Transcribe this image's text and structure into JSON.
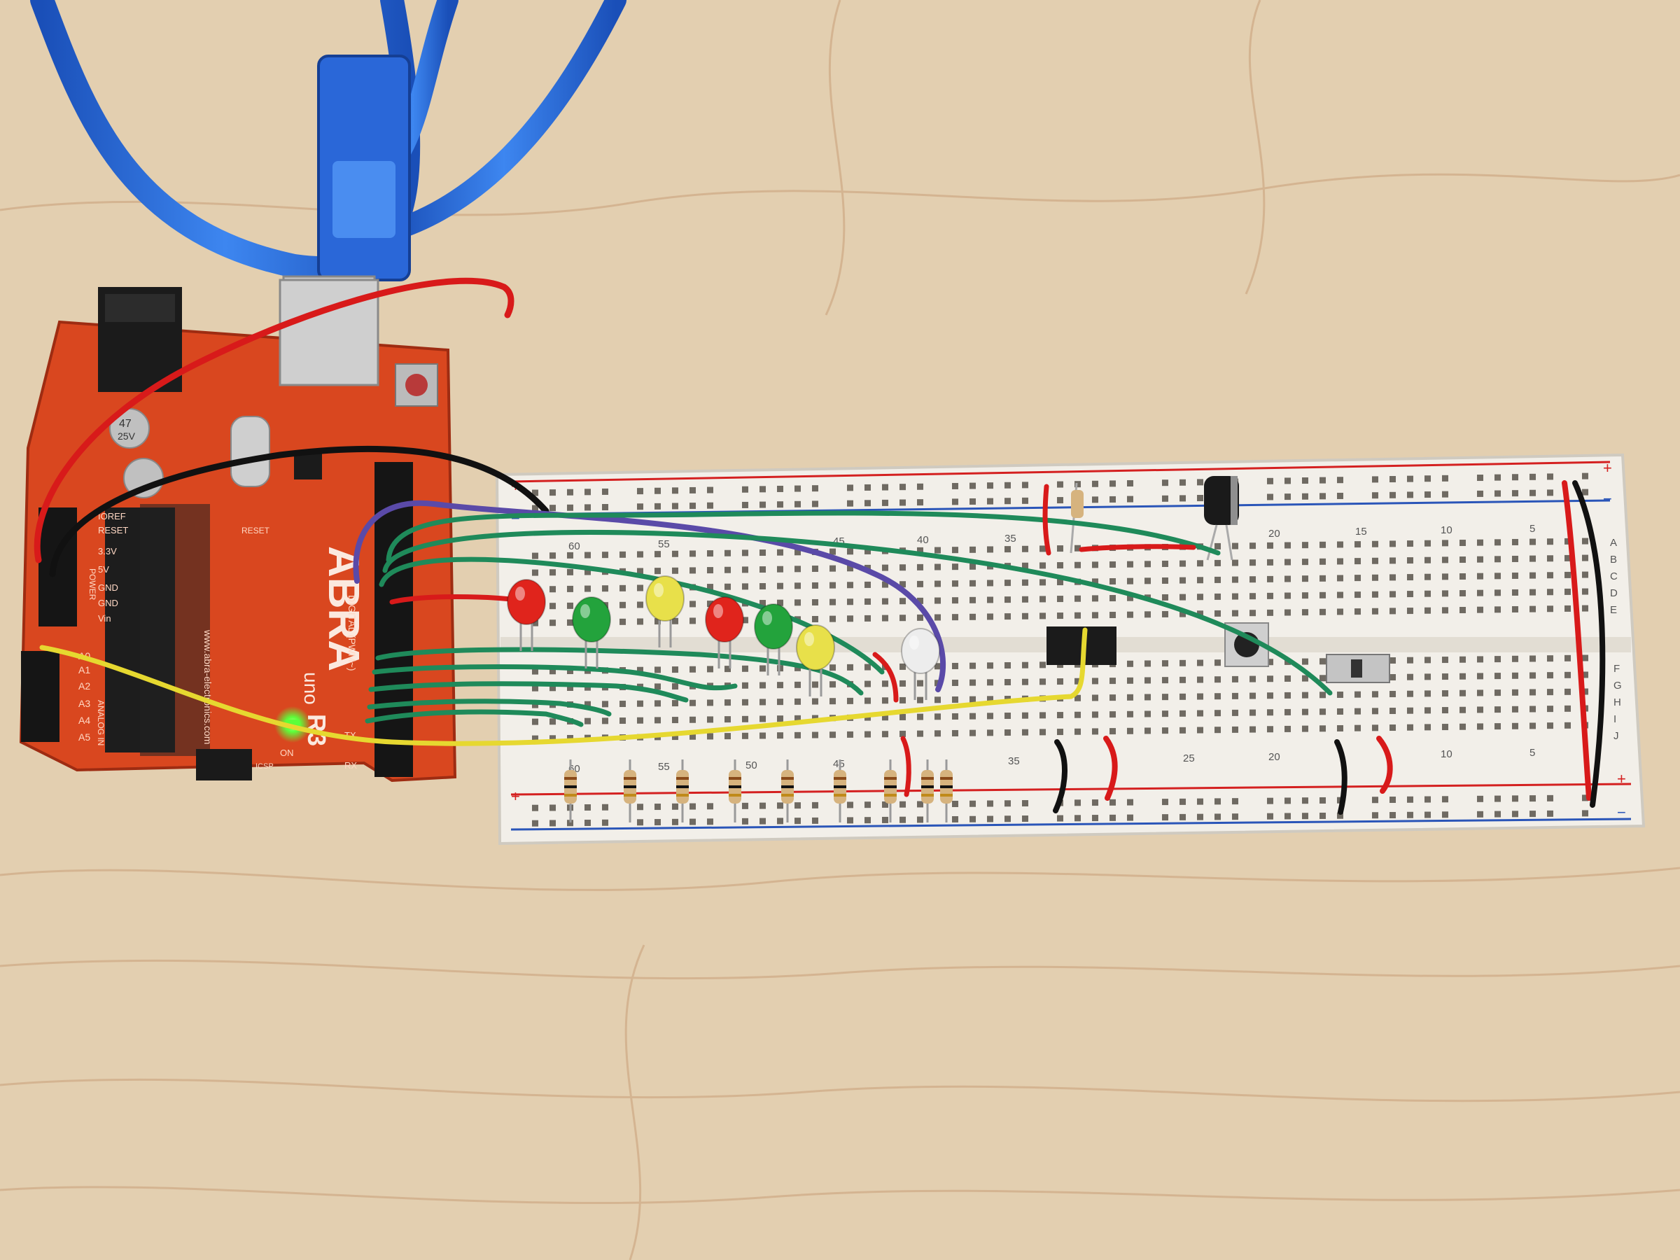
{
  "arduino": {
    "brand": "ABRA",
    "model": "uno",
    "revision": "R3",
    "website": "www.abra-electronics.com",
    "cap_value": "47",
    "cap_voltage": "25V",
    "power_header_labels": [
      "IOREF",
      "RESET",
      "3.3V",
      "5V",
      "GND",
      "GND",
      "Vin"
    ],
    "power_label": "POWER",
    "analog_header_labels": [
      "A0",
      "A1",
      "A2",
      "A3",
      "A4",
      "A5"
    ],
    "analog_label": "ANALOG IN",
    "digital_label": "DIGITAL (PWM~)",
    "tx_label": "TX",
    "rx_label": "RX",
    "on_label": "ON",
    "reset_label": "RESET",
    "icsp_label": "ICSP"
  },
  "breadboard": {
    "top_row_numbers": [
      "60",
      "55",
      "45",
      "40",
      "35",
      "20",
      "15",
      "10",
      "5"
    ],
    "bottom_row_numbers": [
      "60",
      "55",
      "50",
      "45",
      "35",
      "25",
      "20",
      "10",
      "5"
    ],
    "row_letters_top": [
      "A",
      "B",
      "C",
      "D",
      "E"
    ],
    "row_letters_bottom": [
      "F",
      "G",
      "H",
      "I",
      "J"
    ],
    "plus_label": "+",
    "minus_label": "−"
  },
  "colors": {
    "table": "#e3cfb0",
    "wood_grain": "#c99f78",
    "board": "#d9471f",
    "board_dark": "#b8351a",
    "breadboard": "#f2efe9",
    "rail_red": "#d42020",
    "rail_blue": "#2a55b8",
    "wire_green": "#1f8a5a",
    "wire_red": "#d81a1a",
    "wire_black": "#111111",
    "wire_purple": "#5a4aa8",
    "wire_yellow": "#e6d830",
    "usb_cable": "#1f5fd8",
    "led_red": "#e0241c",
    "led_green": "#23a33c",
    "led_yellow": "#e8e04a",
    "led_white": "#ededed",
    "power_led": "#5cff3a"
  }
}
